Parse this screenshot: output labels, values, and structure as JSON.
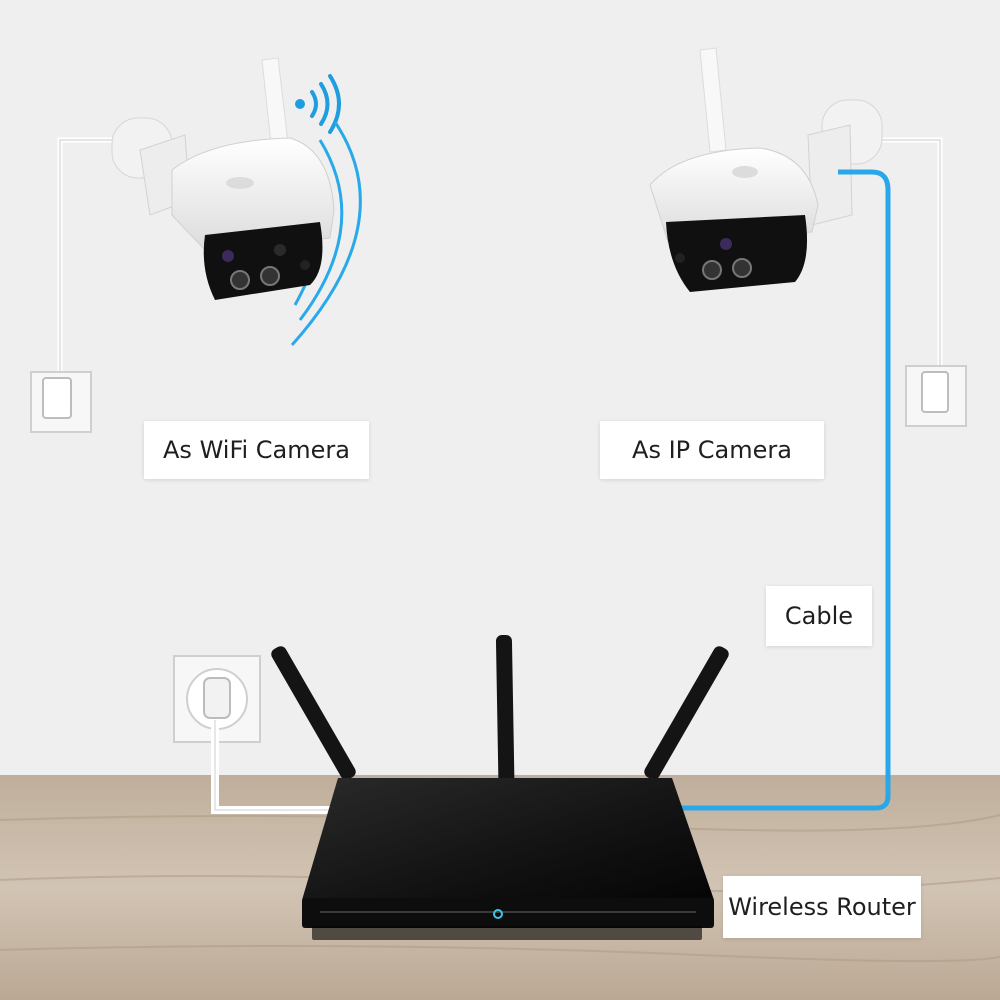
{
  "labels": {
    "wifi_camera": "As WiFi Camera",
    "ip_camera": "As IP Camera",
    "cable": "Cable",
    "wireless_router": "Wireless Router"
  },
  "colors": {
    "background": "#efefef",
    "wall": "#efefef",
    "table": "#cdbfae",
    "cable": "#2aa7e8",
    "wifi_signal": "#1e9ee0",
    "router_body": "#151515",
    "router_led": "#3fc6e6",
    "camera_body": "#f4f4f4",
    "camera_lens_panel": "#111111"
  },
  "icons": {
    "wifi": "wifi-signal-icon",
    "router": "router-icon",
    "camera": "camera-icon",
    "socket": "power-socket-icon"
  }
}
